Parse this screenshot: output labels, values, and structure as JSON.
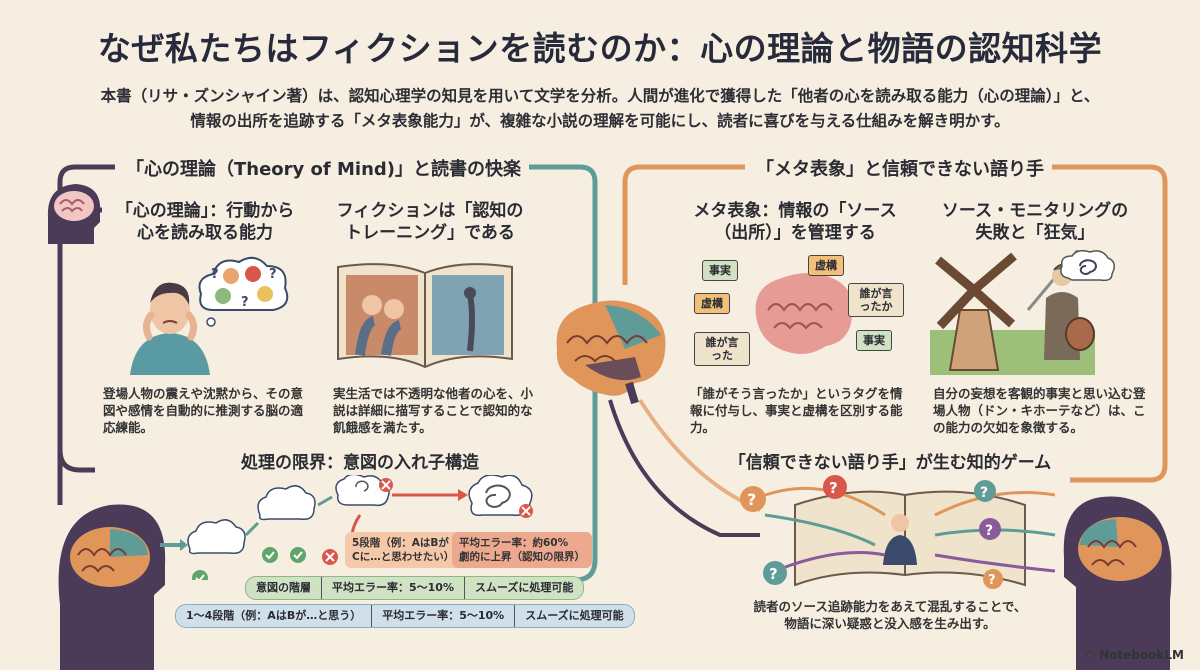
{
  "title": "なぜ私たちはフィクションを読むのか：心の理論と物語の認知科学",
  "intro": {
    "line1": "本書（リサ・ズンシャイン著）は、認知心理学の知見を用いて文学を分析。人間が進化で獲得した「他者の心を読み取る能力（心の理論）」と、",
    "line2": "情報の出所を追跡する「メタ表象能力」が、複雑な小説の理解を可能にし、読者に喜びを与える仕組みを解き明かす。"
  },
  "left_section": {
    "title": "「心の理論（Theory of Mind)」と読書の快楽",
    "panel1": {
      "title_l1": "「心の理論」：行動から",
      "title_l2": "心を読み取る能力",
      "desc_l1": "登場人物の震えや沈黙から、その意",
      "desc_l2": "図や感情を自動的に推測する脳の適",
      "desc_l3": "応練能。"
    },
    "panel2": {
      "title_l1": "フィクションは「認知の",
      "title_l2": "トレーニング」である",
      "desc_l1": "実生活では不透明な他者の心を、小",
      "desc_l2": "説は詳細に描写することで認知的な",
      "desc_l3": "飢餓感を満たす。"
    },
    "nested": {
      "title": "処理の限界：意図の入れ子構造",
      "row1": [
        "意図の階層",
        "平均エラー率：5〜10%",
        "スムーズに処理可能"
      ],
      "row2": [
        "1〜4段階（例：AはBが…と思う）",
        "平均エラー率：5〜10%",
        "スムーズに処理可能"
      ],
      "box5_l1": "5段階（例：AはBが",
      "box5_l2": "Cに…と思わせたい）",
      "box_err_l1": "平均エラー率：約60%",
      "box_err_l2": "劇的に上昇（認知の限界）"
    }
  },
  "right_section": {
    "title": "「メタ表象」と信頼できない語り手",
    "panel1": {
      "title_l1": "メタ表象：情報の「ソース",
      "title_l2": "（出所）」を管理する",
      "tags": [
        "事実",
        "虚構",
        "虚構",
        "誰が言ったか",
        "誰が言った",
        "事実"
      ],
      "desc_l1": "「誰がそう言ったか」というタグを情",
      "desc_l2": "報に付与し、事実と虚構を区別する能",
      "desc_l3": "力。"
    },
    "panel2": {
      "title_l1": "ソース・モニタリングの",
      "title_l2": "失敗と「狂気」",
      "desc_l1": "自分の妄想を客観的事実と思い込む登",
      "desc_l2": "場人物（ドン・キホーテなど）は、こ",
      "desc_l3": "の能力の欠如を象徴する。"
    },
    "game": {
      "title": "「信頼できない語り手」が生む知的ゲーム",
      "desc_l1": "読者のソース追跡能力をあえて混乱することで、",
      "desc_l2": "物語に深い疑惑と没入感を生み出す。"
    }
  },
  "footer": {
    "brand": "NotebookLM"
  },
  "colors": {
    "teal": "#5f9c98",
    "orange": "#e0965a",
    "purple": "#4d3a5e",
    "green": "#5fa66a",
    "red": "#d9564a",
    "background": "#f6efe1"
  }
}
